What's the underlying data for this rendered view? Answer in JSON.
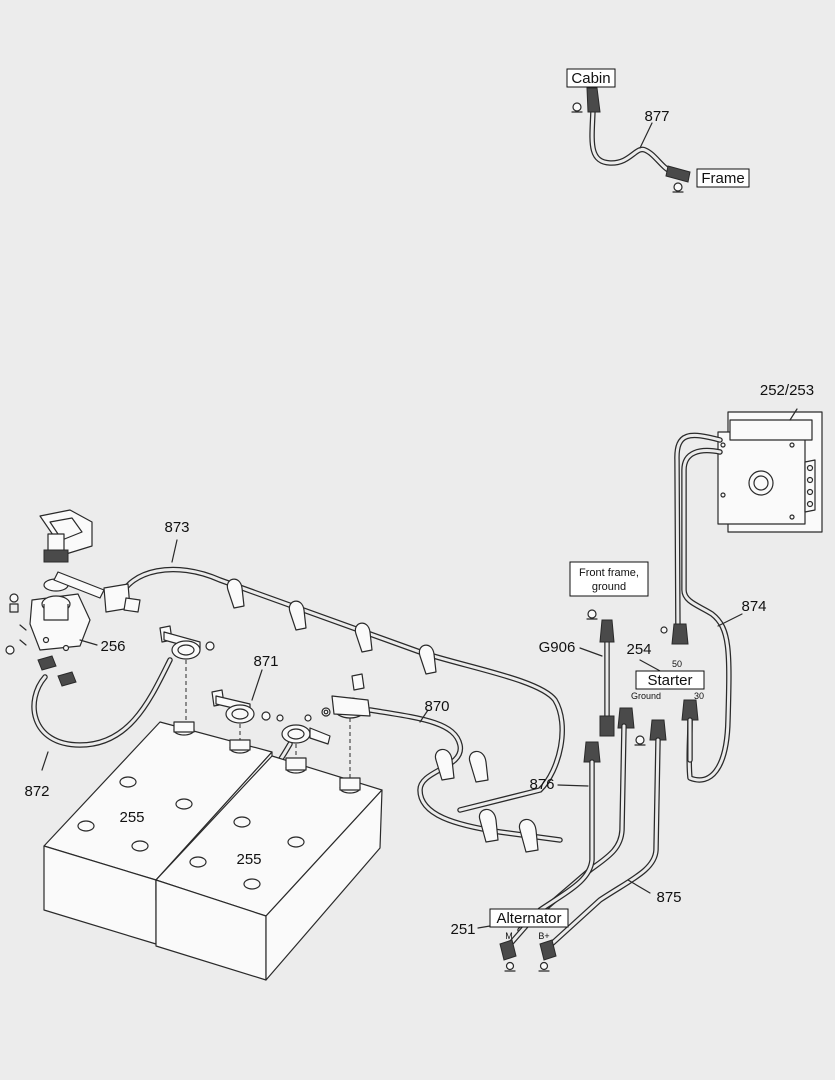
{
  "labels": {
    "cabin": "Cabin",
    "frame": "Frame",
    "front_frame_line1": "Front frame,",
    "front_frame_line2": "ground",
    "starter": "Starter",
    "ground": "Ground",
    "terminal_50": "50",
    "terminal_30": "30",
    "alternator": "Alternator",
    "terminal_m": "M",
    "terminal_bplus": "B+"
  },
  "callouts": {
    "c877": "877",
    "c252_253": "252/253",
    "c873": "873",
    "c874": "874",
    "c256": "256",
    "c871": "871",
    "c870": "870",
    "cG906": "G906",
    "c254": "254",
    "c872": "872",
    "c255a": "255",
    "c255b": "255",
    "c876": "876",
    "c875": "875",
    "c251": "251"
  }
}
